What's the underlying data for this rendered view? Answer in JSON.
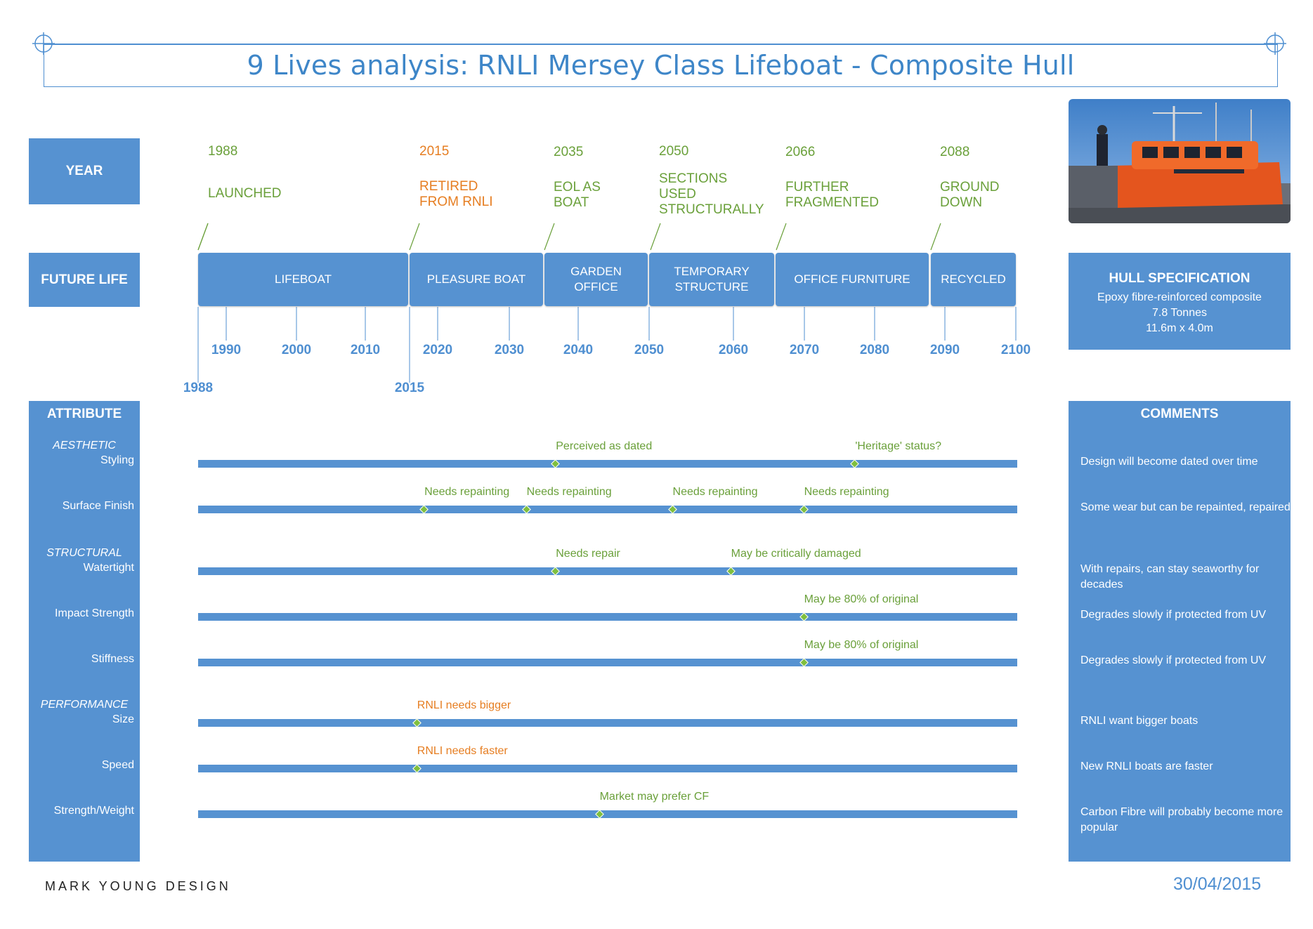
{
  "title": "9 Lives analysis: RNLI Mersey Class Lifeboat - Composite Hull",
  "headers": {
    "year": "YEAR",
    "future_life": "FUTURE LIFE",
    "attribute": "ATTRIBUTE",
    "comments": "COMMENTS"
  },
  "events": [
    {
      "year": "1988",
      "label": "LAUNCHED",
      "color": "#6aa03a"
    },
    {
      "year": "2015",
      "label": "RETIRED FROM RNLI",
      "color": "#e67e22"
    },
    {
      "year": "2035",
      "label": "EOL AS BOAT",
      "color": "#6aa03a"
    },
    {
      "year": "2050",
      "label": "SECTIONS USED STRUCTURALLY",
      "color": "#6aa03a"
    },
    {
      "year": "2066",
      "label": "FURTHER FRAGMENTED",
      "color": "#6aa03a"
    },
    {
      "year": "2088",
      "label": "GROUND DOWN",
      "color": "#6aa03a"
    }
  ],
  "phases": [
    "LIFEBOAT",
    "PLEASURE BOAT",
    "GARDEN OFFICE",
    "TEMPORARY STRUCTURE",
    "OFFICE FURNITURE",
    "RECYCLED"
  ],
  "ticks": [
    "1990",
    "2000",
    "2010",
    "2020",
    "2030",
    "2040",
    "2050",
    "2060",
    "2070",
    "2080",
    "2090",
    "2100"
  ],
  "start_ticks": [
    "1988",
    "2015"
  ],
  "hull_spec": {
    "title": "HULL SPECIFICATION",
    "lines": [
      "Epoxy fibre-reinforced composite",
      "7.8 Tonnes",
      "11.6m x 4.0m"
    ]
  },
  "attributes": [
    {
      "category": "AESTHETIC",
      "name": "Styling",
      "markers": [
        {
          "year": 2037,
          "text": "Perceived as dated",
          "color": "#6aa03a"
        },
        {
          "year": 2078,
          "text": "'Heritage' status?",
          "color": "#6aa03a"
        }
      ],
      "comment": "Design will become dated over time"
    },
    {
      "category": "",
      "name": "Surface Finish",
      "markers": [
        {
          "year": 2019,
          "text": "Needs repainting",
          "color": "#6aa03a"
        },
        {
          "year": 2033,
          "text": "Needs repainting",
          "color": "#6aa03a"
        },
        {
          "year": 2053,
          "text": "Needs repainting",
          "color": "#6aa03a"
        },
        {
          "year": 2071,
          "text": "Needs repainting",
          "color": "#6aa03a"
        }
      ],
      "comment": "Some wear but can be repainted, repaired"
    },
    {
      "category": "STRUCTURAL",
      "name": "Watertight",
      "markers": [
        {
          "year": 2037,
          "text": "Needs repair",
          "color": "#6aa03a"
        },
        {
          "year": 2061,
          "text": "May be critically damaged",
          "color": "#6aa03a"
        }
      ],
      "comment": "With repairs, can stay seaworthy for decades"
    },
    {
      "category": "",
      "name": "Impact Strength",
      "markers": [
        {
          "year": 2071,
          "text": "May be 80% of original",
          "color": "#6aa03a"
        }
      ],
      "comment": "Degrades slowly if protected from UV"
    },
    {
      "category": "",
      "name": "Stiffness",
      "markers": [
        {
          "year": 2071,
          "text": "May be 80% of original",
          "color": "#6aa03a"
        }
      ],
      "comment": "Degrades slowly if protected from UV"
    },
    {
      "category": "PERFORMANCE",
      "name": "Size",
      "markers": [
        {
          "year": 2018,
          "text": "RNLI needs bigger",
          "color": "#e67e22"
        }
      ],
      "comment": "RNLI want bigger boats"
    },
    {
      "category": "",
      "name": "Speed",
      "markers": [
        {
          "year": 2018,
          "text": "RNLI needs faster",
          "color": "#e67e22"
        }
      ],
      "comment": "New RNLI boats are faster"
    },
    {
      "category": "",
      "name": "Strength/Weight",
      "markers": [
        {
          "year": 2043,
          "text": "Market may prefer CF",
          "color": "#6aa03a"
        }
      ],
      "comment": "Carbon Fibre will probably become more popular"
    }
  ],
  "footer": {
    "brand": "MARK YOUNG DESIGN",
    "date": "30/04/2015"
  },
  "colors": {
    "panel": "#5692d1",
    "accent_green": "#6aa03a",
    "accent_orange": "#e67e22",
    "title_blue": "#3e86c8"
  }
}
